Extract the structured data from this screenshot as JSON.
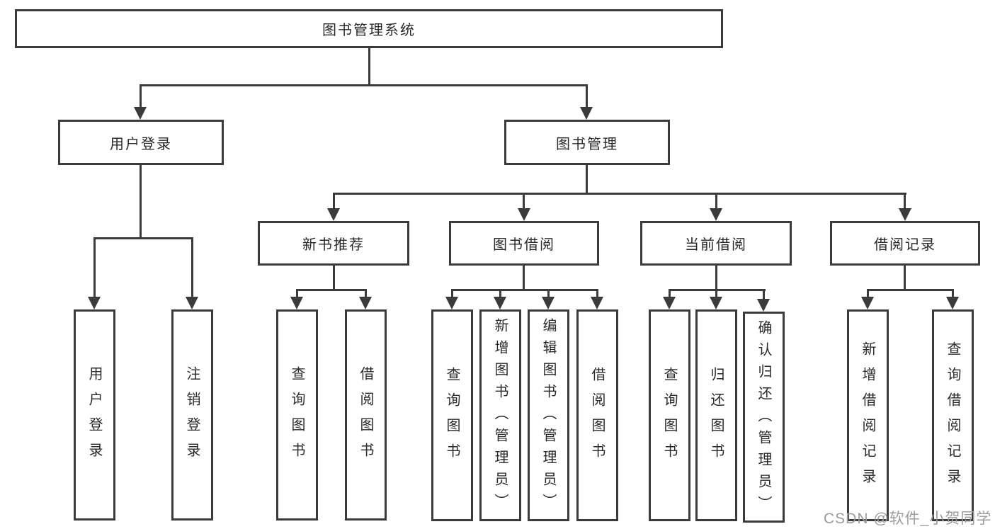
{
  "diagram": {
    "title_node": "图书管理系统",
    "root": {
      "label": "图书管理系统"
    },
    "branches": [
      {
        "label": "用户登录",
        "children": [
          {
            "label": "用户登录"
          },
          {
            "label": "注销登录"
          }
        ]
      },
      {
        "label": "图书管理",
        "children": [
          {
            "label": "新书推荐",
            "children": [
              {
                "label": "查询图书"
              },
              {
                "label": "借阅图书"
              }
            ]
          },
          {
            "label": "图书借阅",
            "children": [
              {
                "label": "查询图书"
              },
              {
                "label": "新增图书（管理员）"
              },
              {
                "label": "编辑图书（管理员）"
              },
              {
                "label": "借阅图书"
              }
            ]
          },
          {
            "label": "当前借阅",
            "children": [
              {
                "label": "查询图书"
              },
              {
                "label": "归还图书"
              },
              {
                "label": "确认归还（管理员）"
              }
            ]
          },
          {
            "label": "借阅记录",
            "children": [
              {
                "label": "新增借阅记录"
              },
              {
                "label": "查询借阅记录"
              }
            ]
          }
        ]
      }
    ]
  },
  "watermark": {
    "text": "CSDN @软件_小贺同学"
  },
  "colors": {
    "line": "#3b3b3b",
    "text": "#2a2a2a",
    "background": "#ffffff",
    "watermark": "#9c9c9c"
  }
}
